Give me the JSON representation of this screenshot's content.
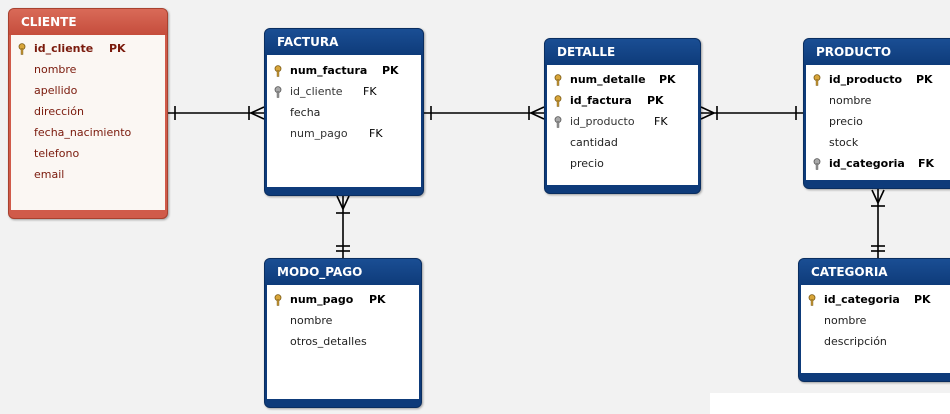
{
  "colors": {
    "entity_header": "#0e3b7a",
    "cliente_header": "#d05b4a",
    "pk_key_icon": "#d8a53a",
    "fk_key_icon": "#9a9a9a",
    "line": "#000000"
  },
  "entities": {
    "cliente": {
      "title": "CLIENTE",
      "fields": [
        {
          "name": "id_cliente",
          "key": "PK",
          "icon": "gold-key-icon"
        },
        {
          "name": "nombre"
        },
        {
          "name": "apellido"
        },
        {
          "name": "dirección"
        },
        {
          "name": "fecha_nacimiento"
        },
        {
          "name": "telefono"
        },
        {
          "name": "email"
        }
      ]
    },
    "factura": {
      "title": "FACTURA",
      "fields": [
        {
          "name": "num_factura",
          "key": "PK",
          "icon": "gold-key-icon"
        },
        {
          "name": "id_cliente",
          "key": "FK",
          "icon": "gray-key-icon"
        },
        {
          "name": "fecha"
        },
        {
          "name": "num_pago",
          "key": "FK"
        }
      ]
    },
    "detalle": {
      "title": "DETALLE",
      "fields": [
        {
          "name": "num_detalle",
          "key": "PK",
          "icon": "gold-key-icon"
        },
        {
          "name": "id_factura",
          "key": "PK",
          "icon": "gold-key-icon"
        },
        {
          "name": "id_producto",
          "key": "FK",
          "icon": "gray-key-icon"
        },
        {
          "name": "cantidad"
        },
        {
          "name": "precio"
        }
      ]
    },
    "producto": {
      "title": "PRODUCTO",
      "fields": [
        {
          "name": "id_producto",
          "key": "PK",
          "icon": "gold-key-icon"
        },
        {
          "name": "nombre"
        },
        {
          "name": "precio"
        },
        {
          "name": "stock"
        },
        {
          "name": "id_categoria",
          "key": "FK",
          "icon": "gray-key-icon"
        }
      ]
    },
    "modo_pago": {
      "title": "MODO_PAGO",
      "fields": [
        {
          "name": "num_pago",
          "key": "PK",
          "icon": "gold-key-icon"
        },
        {
          "name": "nombre"
        },
        {
          "name": "otros_detalles"
        }
      ]
    },
    "categoria": {
      "title": "CATEGORIA",
      "fields": [
        {
          "name": "id_categoria",
          "key": "PK",
          "icon": "gold-key-icon"
        },
        {
          "name": "nombre"
        },
        {
          "name": "descripción"
        }
      ]
    }
  },
  "relationships": [
    {
      "from": "CLIENTE",
      "to": "FACTURA",
      "from_end": "one",
      "to_end": "many"
    },
    {
      "from": "FACTURA",
      "to": "DETALLE",
      "from_end": "one",
      "to_end": "many"
    },
    {
      "from": "PRODUCTO",
      "to": "DETALLE",
      "from_end": "one",
      "to_end": "many"
    },
    {
      "from": "MODO_PAGO",
      "to": "FACTURA",
      "from_end": "one",
      "to_end": "many"
    },
    {
      "from": "CATEGORIA",
      "to": "PRODUCTO",
      "from_end": "one",
      "to_end": "many"
    }
  ]
}
